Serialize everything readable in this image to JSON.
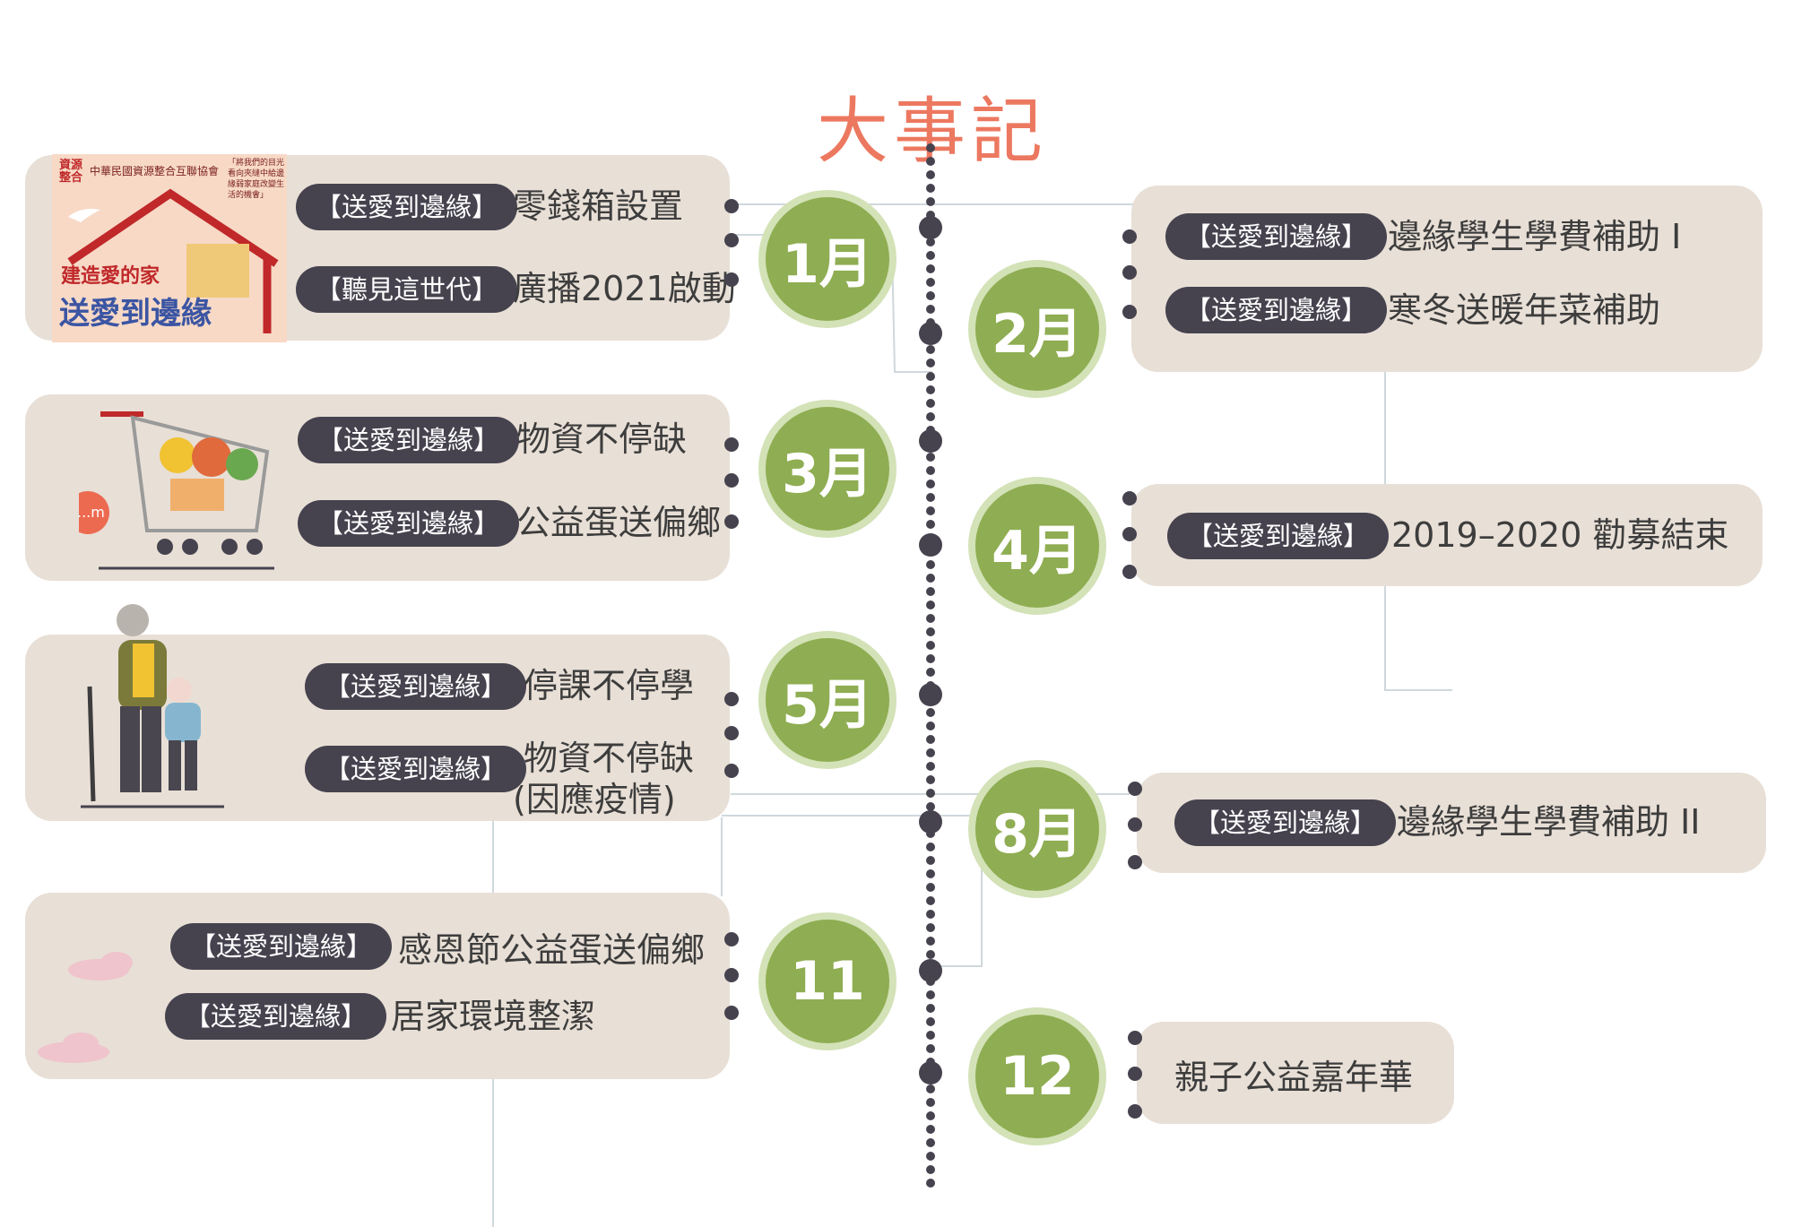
{
  "title": "大事記",
  "colors": {
    "title": "#ec7860",
    "card": "#e8dfd6",
    "tag": "#46434f",
    "circle": "#8fad52",
    "circle_ring": "#d3e2b7"
  },
  "logo": {
    "seal": "資源 整合",
    "org": "中華民國資源整合互聯協會",
    "quote": "「將我們的目光看向夾縫中給邊緣弱家庭改變生活的機會」",
    "line1": "建造愛的家",
    "line2": "送愛到邊緣"
  },
  "months": {
    "jan": "1月",
    "feb": "2月",
    "mar": "3月",
    "apr": "4月",
    "may": "5月",
    "aug": "8月",
    "nov": "11",
    "dec": "12"
  },
  "events": {
    "jan": [
      {
        "tag": "【送愛到邊緣】",
        "text": "零錢箱設置"
      },
      {
        "tag": "【聽見這世代】",
        "text": "廣播2021啟動"
      }
    ],
    "feb": [
      {
        "tag": "【送愛到邊緣】",
        "text": "邊緣學生學費補助 I"
      },
      {
        "tag": "【送愛到邊緣】",
        "text": "寒冬送暖年菜補助"
      }
    ],
    "mar": [
      {
        "tag": "【送愛到邊緣】",
        "text": "物資不停缺"
      },
      {
        "tag": "【送愛到邊緣】",
        "text": "公益蛋送偏鄉"
      }
    ],
    "apr": [
      {
        "tag": "【送愛到邊緣】",
        "text": "2019–2020 勸募結束"
      }
    ],
    "may": [
      {
        "tag": "【送愛到邊緣】",
        "text": "停課不停學"
      },
      {
        "tag": "【送愛到邊緣】",
        "text": "物資不停缺"
      },
      {
        "note": "(因應疫情)"
      }
    ],
    "aug": [
      {
        "tag": "【送愛到邊緣】",
        "text": "邊緣學生學費補助 II"
      }
    ],
    "nov": [
      {
        "tag": "【送愛到邊緣】",
        "text": "感恩節公益蛋送偏鄉"
      },
      {
        "tag": "【送愛到邊緣】",
        "text": "居家環境整潔"
      }
    ],
    "dec": [
      {
        "text": "親子公益嘉年華"
      }
    ]
  },
  "illustrations": {
    "cart_pin": "...m"
  }
}
